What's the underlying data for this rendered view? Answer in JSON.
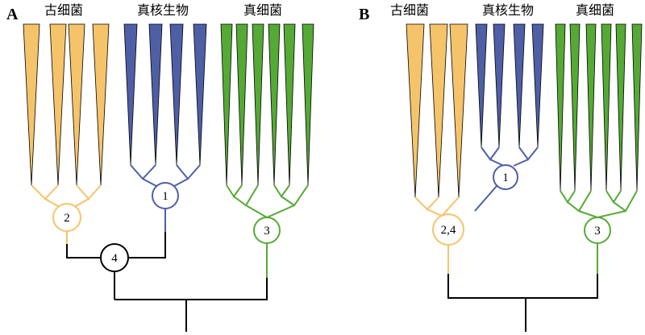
{
  "colors": {
    "archaea": "#F5C46A",
    "eukaryote": "#4F5FA6",
    "bacteria": "#55AA35",
    "root": "#000000"
  },
  "panels": {
    "a": {
      "label": "A",
      "groups": {
        "archaea": "古细菌",
        "eukaryote": "真核生物",
        "bacteria": "真细菌"
      },
      "nodes": [
        "2",
        "1",
        "3",
        "4"
      ]
    },
    "b": {
      "label": "B",
      "groups": {
        "archaea": "古细菌",
        "eukaryote": "真核生物",
        "bacteria": "真细菌"
      },
      "nodes": [
        "1",
        "2,4",
        "3"
      ]
    }
  }
}
